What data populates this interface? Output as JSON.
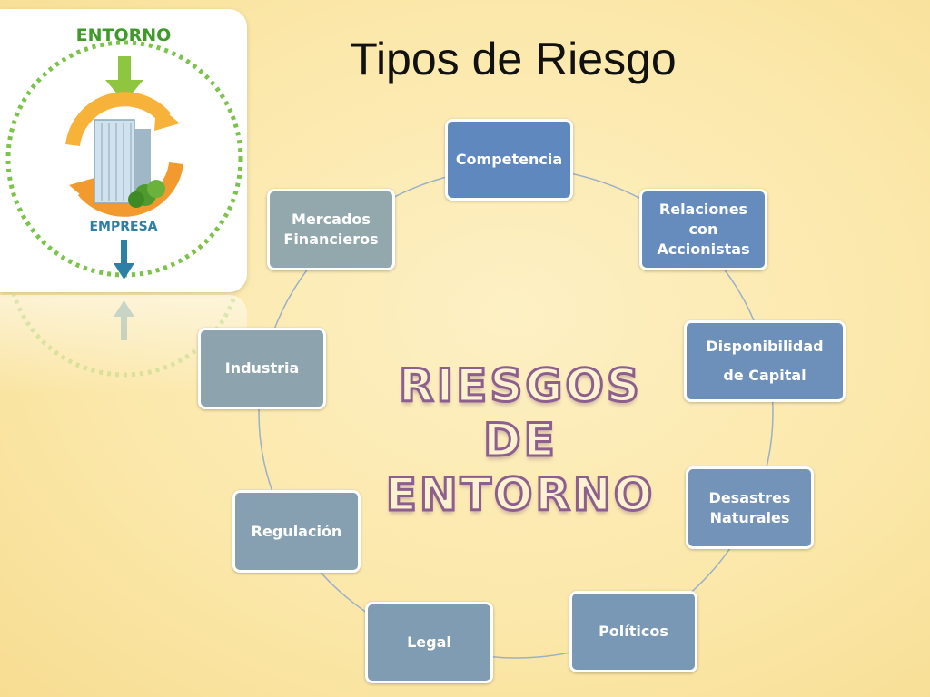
{
  "slide": {
    "title": "Tipos de Riesgo",
    "logo": {
      "top_label": "ENTORNO",
      "bottom_label": "EMPRESA"
    },
    "center_label": "RIESGOS DE ENTORNO",
    "nodes": [
      {
        "id": "competencia",
        "label": "Competencia"
      },
      {
        "id": "relaciones",
        "label": "Relaciones\ncon\nAccionistas"
      },
      {
        "id": "capital",
        "label": "Disponibilidad\nde Capital"
      },
      {
        "id": "desastres",
        "label": "Desastres\nNaturales"
      },
      {
        "id": "politicos",
        "label": "Políticos"
      },
      {
        "id": "legal",
        "label": "Legal"
      },
      {
        "id": "regulacion",
        "label": "Regulación"
      },
      {
        "id": "industria",
        "label": "Industria"
      },
      {
        "id": "mercados",
        "label": "Mercados\nFinancieros"
      }
    ],
    "colors": {
      "node_gradient_start": "#5f88bf",
      "node_gradient_end": "#93a8ac",
      "cycle_line": "#9bb0c8",
      "background": "#fbe7a8"
    }
  }
}
